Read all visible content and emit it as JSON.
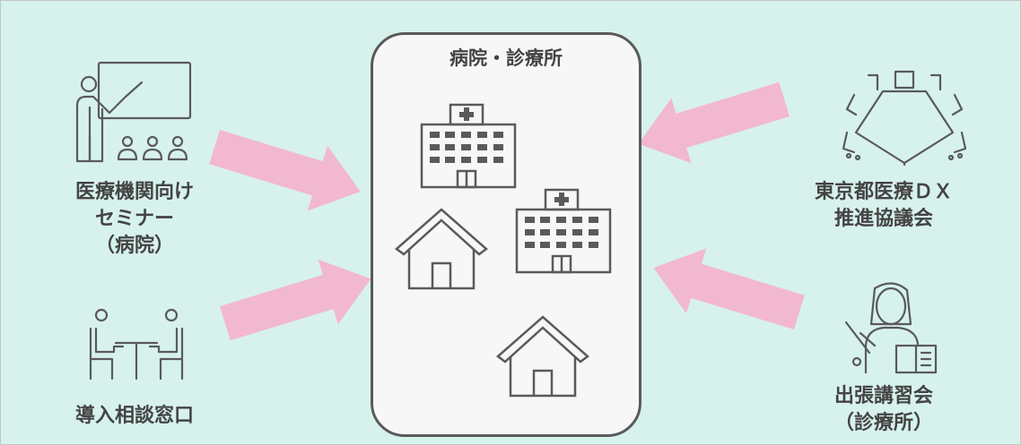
{
  "center": {
    "title": "病院・診療所"
  },
  "left_items": [
    {
      "lines": [
        "医療機関向け",
        "セミナー",
        "（病院）"
      ],
      "icon": "seminar-icon"
    },
    {
      "lines": [
        "導入相談窓口"
      ],
      "icon": "consultation-icon"
    }
  ],
  "right_items": [
    {
      "lines": [
        "東京都医療ＤＸ",
        "推進協議会"
      ],
      "icon": "conference-table-icon"
    },
    {
      "lines": [
        "出張講習会",
        "（診療所）"
      ],
      "icon": "lecturer-icon"
    }
  ],
  "colors": {
    "background": "#d7f2ed",
    "arrow": "#f2b8ce",
    "line": "#5a5a5a",
    "text": "#444444"
  }
}
